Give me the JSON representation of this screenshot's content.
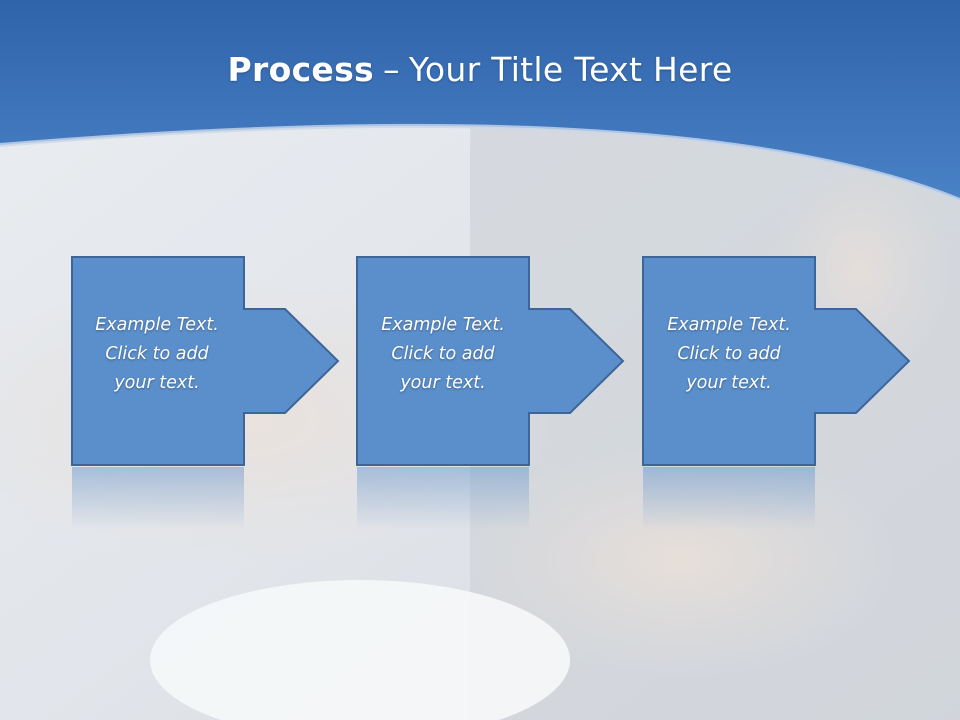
{
  "slide": {
    "title_strong": "Process",
    "title_separator": "–",
    "title_rest": "Your Title Text Here"
  },
  "colors": {
    "header_blue": "#3a6fb5",
    "box_fill": "#5b8fcb",
    "box_border": "#3d6598"
  },
  "steps": [
    {
      "line1": "Example Text.",
      "line2": "Click  to add",
      "line3": "your text."
    },
    {
      "line1": "Example Text.",
      "line2": "Click  to add",
      "line3": "your text."
    },
    {
      "line1": "Example Text.",
      "line2": "Click  to add",
      "line3": "your text."
    }
  ]
}
